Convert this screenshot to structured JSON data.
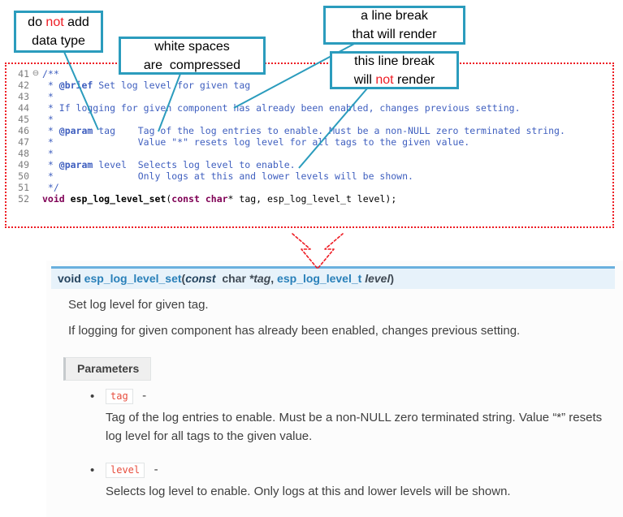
{
  "colors": {
    "teal": "#2b9cbd",
    "red": "#ee1c24"
  },
  "callouts": {
    "box1": {
      "l1a": "do ",
      "l1b": "not",
      "l1c": " add",
      "l2": "data type"
    },
    "box2": {
      "l1": "white spaces",
      "l2": "are  compressed"
    },
    "box3": {
      "l1": "a line break",
      "l2": "that will render"
    },
    "box4": {
      "l1": "this line break",
      "l2a": "will ",
      "l2b": "not",
      "l2c": " render"
    }
  },
  "editor": {
    "fold_icon": "⊖",
    "lines": [
      {
        "num": "41",
        "fold": "⊖",
        "segs": [
          {
            "t": "/**",
            "c": "cmt"
          }
        ]
      },
      {
        "num": "42",
        "segs": [
          {
            "t": " * ",
            "c": "cmt"
          },
          {
            "t": "@brief",
            "c": "doxy"
          },
          {
            "t": " Set log level for given tag",
            "c": "cmt"
          }
        ]
      },
      {
        "num": "43",
        "segs": [
          {
            "t": " *",
            "c": "cmt"
          }
        ]
      },
      {
        "num": "44",
        "segs": [
          {
            "t": " * If logging for given component has already been enabled, changes previous setting.",
            "c": "cmt"
          }
        ]
      },
      {
        "num": "45",
        "segs": [
          {
            "t": " *",
            "c": "cmt"
          }
        ]
      },
      {
        "num": "46",
        "segs": [
          {
            "t": " * ",
            "c": "cmt"
          },
          {
            "t": "@param",
            "c": "doxy"
          },
          {
            "t": " tag    Tag of the log entries to enable. Must be a non-NULL zero terminated string.",
            "c": "cmt"
          }
        ]
      },
      {
        "num": "47",
        "segs": [
          {
            "t": " *               Value \"*\" resets log level for all tags to the given value.",
            "c": "cmt"
          }
        ]
      },
      {
        "num": "48",
        "segs": [
          {
            "t": " *",
            "c": "cmt"
          }
        ]
      },
      {
        "num": "49",
        "segs": [
          {
            "t": " * ",
            "c": "cmt"
          },
          {
            "t": "@param",
            "c": "doxy"
          },
          {
            "t": " level  Selects log level to enable.",
            "c": "cmt"
          }
        ]
      },
      {
        "num": "50",
        "segs": [
          {
            "t": " *               Only logs at this and lower levels will be shown.",
            "c": "cmt"
          }
        ]
      },
      {
        "num": "51",
        "segs": [
          {
            "t": " */",
            "c": "cmt"
          }
        ]
      },
      {
        "num": "52",
        "segs": [
          {
            "t": "void",
            "c": "kw"
          },
          {
            "t": " ",
            "c": "pln"
          },
          {
            "t": "esp_log_level_set",
            "c": "fn"
          },
          {
            "t": "(",
            "c": "pln"
          },
          {
            "t": "const",
            "c": "kw"
          },
          {
            "t": " ",
            "c": "pln"
          },
          {
            "t": "char",
            "c": "kw"
          },
          {
            "t": "* tag, esp_log_level_t level);",
            "c": "pln"
          }
        ]
      }
    ]
  },
  "docs": {
    "signature": [
      {
        "t": "void",
        "c": "s-kw"
      },
      {
        "t": " ",
        "c": "s-pln"
      },
      {
        "t": "esp_log_level_set",
        "c": "s-name"
      },
      {
        "t": "(",
        "c": "s-pln"
      },
      {
        "t": "const",
        "c": "s-kwi"
      },
      {
        "t": "  char ",
        "c": "s-pln"
      },
      {
        "t": "*tag",
        "c": "s-param"
      },
      {
        "t": ", ",
        "c": "s-pln"
      },
      {
        "t": "esp_log_level_t",
        "c": "s-type"
      },
      {
        "t": " ",
        "c": "s-pln"
      },
      {
        "t": "level",
        "c": "s-param"
      },
      {
        "t": ")",
        "c": "s-pln"
      }
    ],
    "para1": "Set log level for given tag.",
    "para2": "If logging for given component has already been enabled, changes previous setting.",
    "parameters_label": "Parameters",
    "bullet": "•",
    "params": [
      {
        "name": "tag",
        "sep": "-",
        "desc": "Tag of the log entries to enable. Must be a non-NULL zero terminated string. Value “*” resets log level for all tags to the given value."
      },
      {
        "name": "level",
        "sep": "-",
        "desc": "Selects log level to enable. Only logs at this and lower levels will be shown."
      }
    ]
  }
}
